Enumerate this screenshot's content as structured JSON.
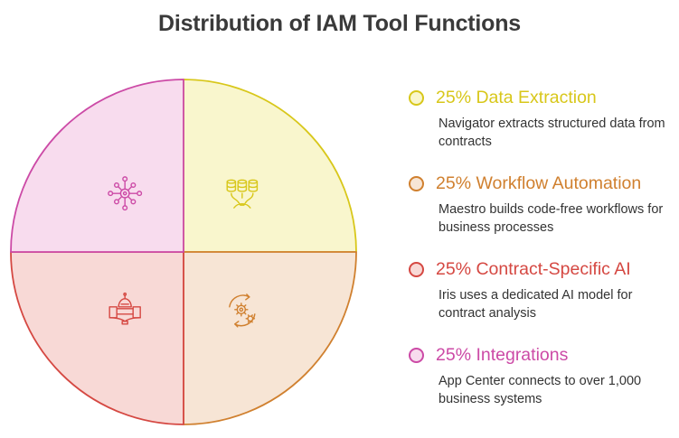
{
  "chart_data": {
    "type": "pie",
    "title": "Distribution of IAM Tool Functions",
    "slices": [
      {
        "label": "Data Extraction",
        "percent_label": "25%",
        "value": 25,
        "description": "Navigator extracts structured data from contracts",
        "icon": "database-extraction-icon",
        "fill": "#f9f6cd",
        "stroke": "#d8c71a"
      },
      {
        "label": "Workflow Automation",
        "percent_label": "25%",
        "value": 25,
        "description": "Maestro builds code-free workflows for business processes",
        "icon": "gears-cycle-icon",
        "fill": "#f7e5d5",
        "stroke": "#d0802f"
      },
      {
        "label": "Contract-Specific AI",
        "percent_label": "25%",
        "value": 25,
        "description": "Iris uses a dedicated AI model for contract analysis",
        "icon": "robot-book-icon",
        "fill": "#f8d9d6",
        "stroke": "#d54842"
      },
      {
        "label": "Integrations",
        "percent_label": "25%",
        "value": 25,
        "description": "App Center connects to over 1,000 business systems",
        "icon": "network-hub-icon",
        "fill": "#f8dcee",
        "stroke": "#cc4aa6"
      }
    ],
    "legend_position": "right"
  }
}
